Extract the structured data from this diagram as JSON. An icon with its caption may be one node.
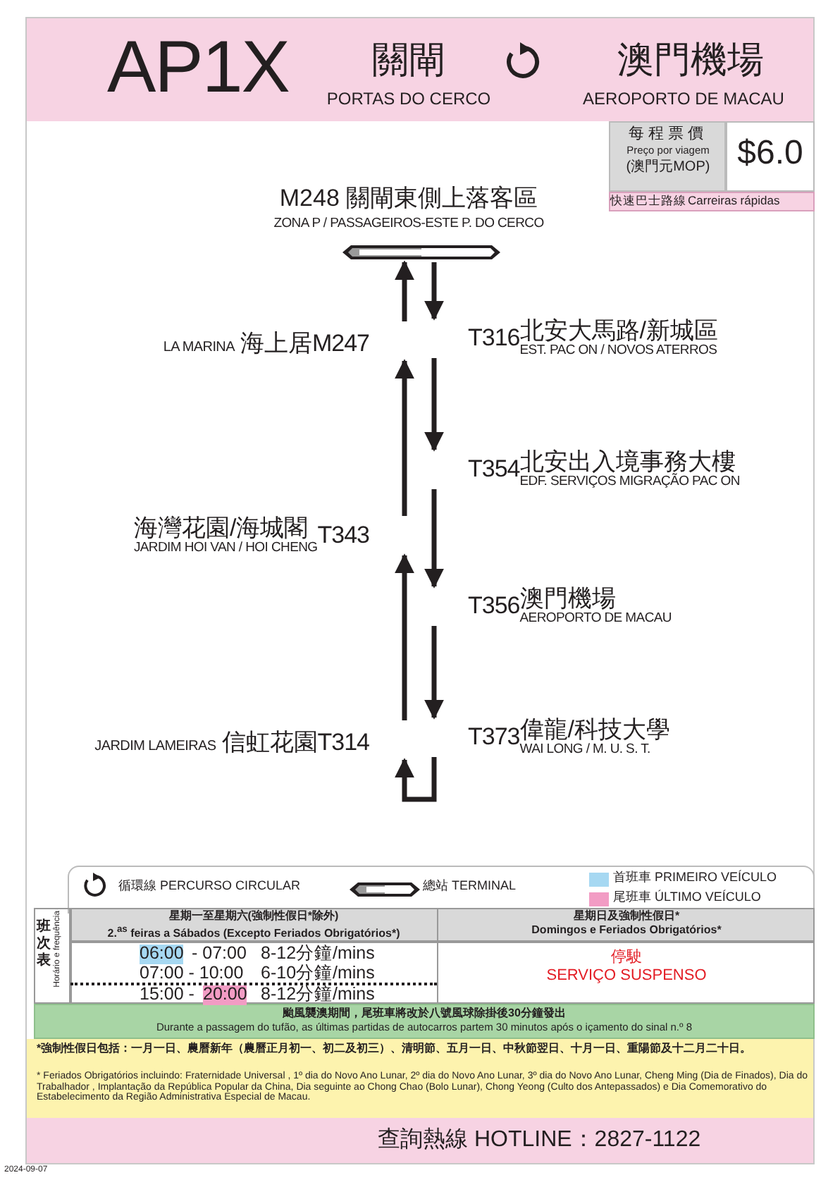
{
  "diagram": {
    "title": "AP1X",
    "nodes": [
      {
        "text": [
          "M248 關閘東側上落客區",
          "ZONA P / PASSAGEIROS-ESTE P. DO CERCO"
        ]
      },
      {
        "text": [
          "LA MARINA",
          "海上居",
          "M247"
        ]
      },
      {
        "text": [
          "T316",
          "北安大馬路/新城區",
          "EST. PAC ON / NOVOS ATERROS"
        ]
      },
      {
        "text": [
          "T354",
          "北安出入境事務大樓",
          "EDF. SERVIÇOS MIGRAÇÃO PAC ON"
        ]
      },
      {
        "text": [
          "海灣花園/海城閣",
          "JARDIM HOI VAN / HOI CHENG",
          "T343"
        ]
      },
      {
        "text": [
          "T356",
          "澳門機場",
          "AEROPORTO DE MACAU"
        ]
      },
      {
        "text": [
          "JARDIM LAMEIRAS",
          "信虹花園",
          "T314"
        ]
      },
      {
        "text": [
          "T373",
          "偉龍/科技大學",
          "WAI LONG / M. U. S. T."
        ]
      }
    ],
    "edges": [
      {
        "from": 0,
        "to": 2,
        "arrow": "to"
      },
      {
        "from": 2,
        "to": 3,
        "arrow": "to"
      },
      {
        "from": 3,
        "to": 5,
        "arrow": "to"
      },
      {
        "from": 5,
        "to": 7,
        "arrow": "to"
      },
      {
        "from": 7,
        "to": 6,
        "arrow": "to"
      },
      {
        "from": 6,
        "to": 4,
        "arrow": "to"
      },
      {
        "from": 4,
        "to": 1,
        "arrow": "to"
      },
      {
        "from": 1,
        "to": 0,
        "arrow": "to"
      }
    ],
    "labels": [
      "關閘",
      "PORTAS DO CERCO",
      "澳門機場",
      "AEROPORTO DE MACAU",
      "每程票價",
      "Preço por viagem",
      "(澳門元MOP)",
      "$6.0",
      "快速巴士路線",
      "Carreiras rápidas",
      "班次表",
      "Horário e frequência",
      "星期一至星期六(強制性假日*除外)",
      "2.$^{as}$ feiras a Sábados (Excepto Feriados Obrigatórios*)",
      "星期日及強制性假日*",
      "Domingos e Feriados Obrigatórios*",
      "06:00",
      "- 07:00",
      "8-12分鐘/mins",
      "07:00 - 10:00",
      "6-10分鐘/mins",
      "15:00 -",
      "20:00",
      "8-12分鐘/mins",
      "停駛",
      "SERVIÇO SUSPENSO",
      "颱風襲澳期間，尾班車將改於八號風球除掛後30分鐘發出",
      "Durante a passagem do tufão, as últimas partidas de autocarros partem 30 minutos após o içamento do sinal n.º 8",
      "*強制性假日包括：一月一日、農曆新年（農曆正月初一、初二及初三）、清明節、五月一日、中秋節翌日、十月一日、重陽節及十二月二十日。",
      "* Feriados Obrigatórios incluindo: Fraternidade Universal , 1º dia do Novo Ano Lunar, 2º dia do Novo Ano Lunar, 3º dia do Novo Ano Lunar, Cheng Ming (Dia de Finados), Dia do Trabalhador , Implantação da República Popular da China, Dia seguinte ao Chong Chao (Bolo Lunar), Chong Yeong (Culto dos Antepassados) e Dia Comemorativo do Estabelecimento da Região Administrativa Especial de Macau.",
      "查詢熱線 HOTLINE：2827-1122",
      "2024-09-07"
    ],
    "legend": [
      {
        "text": "循環線 PERCURSO CIRCULAR"
      },
      {
        "text": "總站 TERMINAL"
      },
      {
        "text": "首班車 PRIMEIRO VEÍCULO",
        "color": "#a6d8f2"
      },
      {
        "text": "尾班車 ÚLTIMO VEÍCULO",
        "color": "#f29cc4"
      }
    ]
  }
}
